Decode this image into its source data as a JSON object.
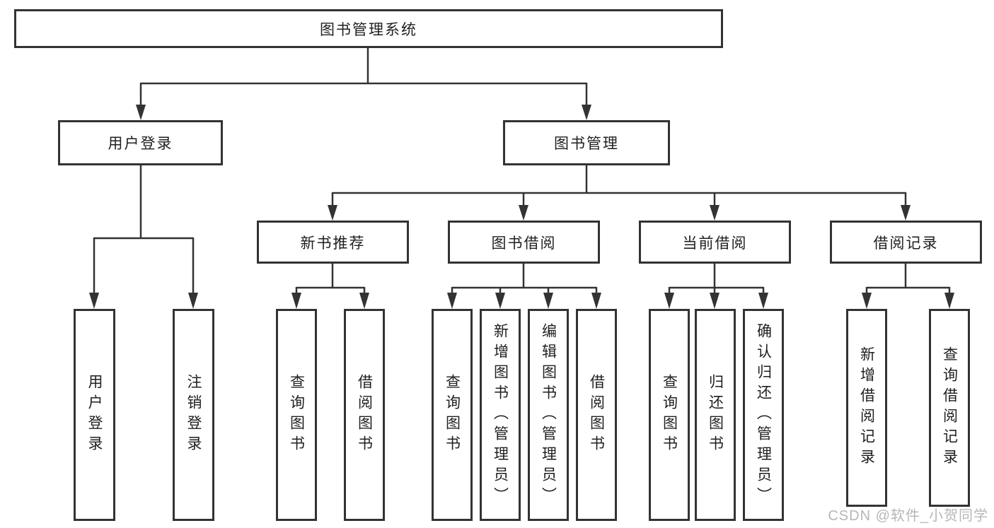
{
  "colors": {
    "line": "#333333",
    "text": "#1f1f1f",
    "background": "#ffffff",
    "watermark": "#b4b7ba"
  },
  "watermark": {
    "text": "CSDN @软件_小贺同学"
  },
  "tree": {
    "root": {
      "label": "图书管理系统"
    },
    "branches": [
      {
        "label": "用户登录",
        "children": [
          {
            "label": "用户登录"
          },
          {
            "label": "注销登录"
          }
        ]
      },
      {
        "label": "图书管理",
        "children": [
          {
            "label": "新书推荐",
            "children": [
              {
                "label": "查询图书"
              },
              {
                "label": "借阅图书"
              }
            ]
          },
          {
            "label": "图书借阅",
            "children": [
              {
                "label": "查询图书"
              },
              {
                "label": "新增图书（管理员）"
              },
              {
                "label": "编辑图书（管理员）"
              },
              {
                "label": "借阅图书"
              }
            ]
          },
          {
            "label": "当前借阅",
            "children": [
              {
                "label": "查询图书"
              },
              {
                "label": "归还图书"
              },
              {
                "label": "确认归还（管理员）"
              }
            ]
          },
          {
            "label": "借阅记录",
            "children": [
              {
                "label": "新增借阅记录"
              },
              {
                "label": "查询借阅记录"
              }
            ]
          }
        ]
      }
    ]
  }
}
